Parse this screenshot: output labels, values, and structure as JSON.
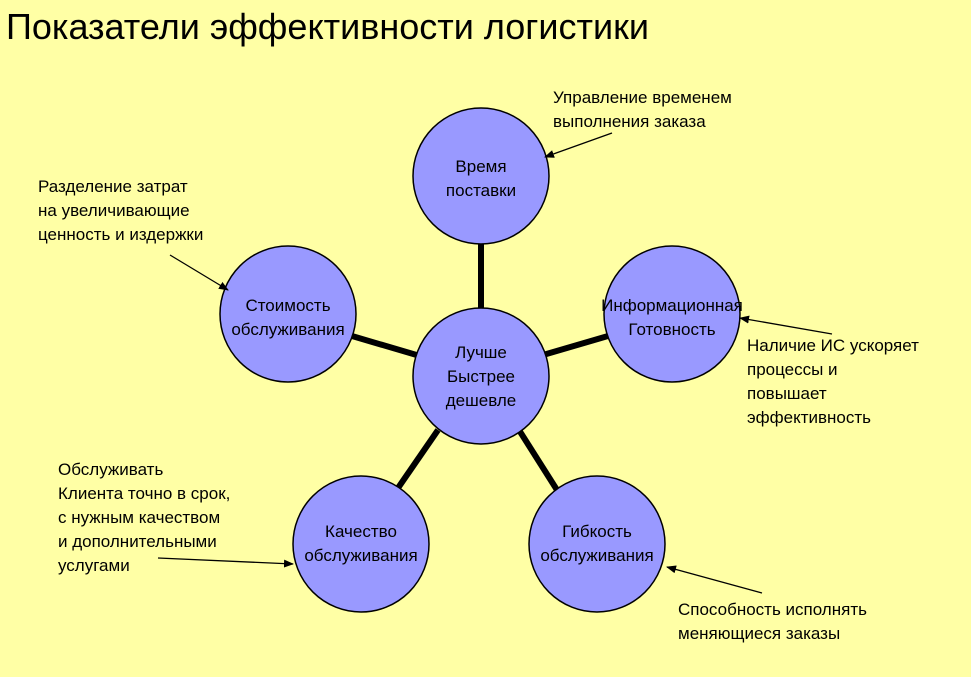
{
  "title": "Показатели эффективности логистики",
  "colors": {
    "background": "#ffffa5",
    "circle_fill": "#9999ff",
    "circle_stroke": "#000000",
    "connector": "#000000"
  },
  "center": {
    "lines": [
      "Лучше",
      "Быстрее",
      "дешевле"
    ]
  },
  "nodes": {
    "time": {
      "lines": [
        "Время",
        "поставки"
      ]
    },
    "info": {
      "lines": [
        "Информационная",
        "Готовность"
      ]
    },
    "flex": {
      "lines": [
        "Гибкость",
        "обслуживания"
      ]
    },
    "quality": {
      "lines": [
        "Качество",
        "обслуживания"
      ]
    },
    "cost": {
      "lines": [
        "Стоимость",
        "обслуживания"
      ]
    }
  },
  "notes": {
    "time": {
      "lines": [
        "Управление временем",
        "выполнения заказа"
      ]
    },
    "cost": {
      "lines": [
        "Разделение затрат",
        "на увеличивающие",
        "ценность и издержки"
      ]
    },
    "info": {
      "lines": [
        "Наличие ИС ускоряет",
        "процессы и",
        "повышает",
        "эффективность"
      ]
    },
    "quality": {
      "lines": [
        "Обслуживать",
        "Клиента точно в срок,",
        "с нужным качеством",
        "и дополнительными",
        "услугами"
      ]
    },
    "flex": {
      "lines": [
        "Способность исполнять",
        "меняющиеся заказы"
      ]
    }
  }
}
